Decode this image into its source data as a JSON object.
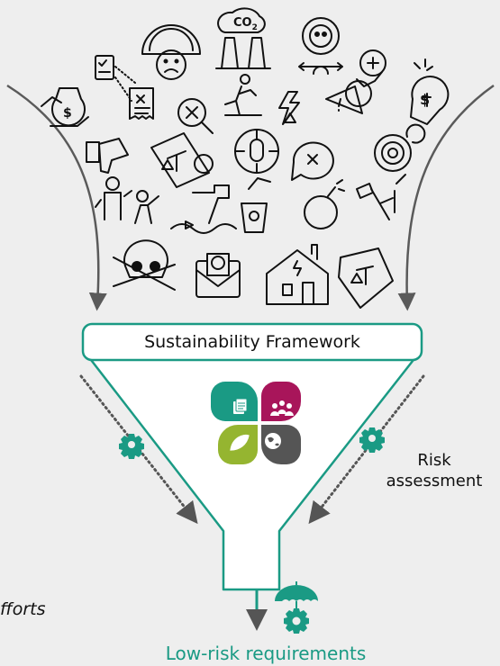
{
  "framework": {
    "label": "Sustainability Framework"
  },
  "risk": {
    "label_line1": "Risk",
    "label_line2": "assessment"
  },
  "efforts": {
    "label": "fforts"
  },
  "output": {
    "label": "Low-risk requirements"
  },
  "co2": {
    "text": "CO",
    "sub": "2"
  },
  "colors": {
    "teal": "#1a9a84",
    "teal_dark": "#167e6e",
    "magenta": "#a8155a",
    "green": "#95b530",
    "dark_gray": "#555555",
    "background": "#eeeeee"
  }
}
